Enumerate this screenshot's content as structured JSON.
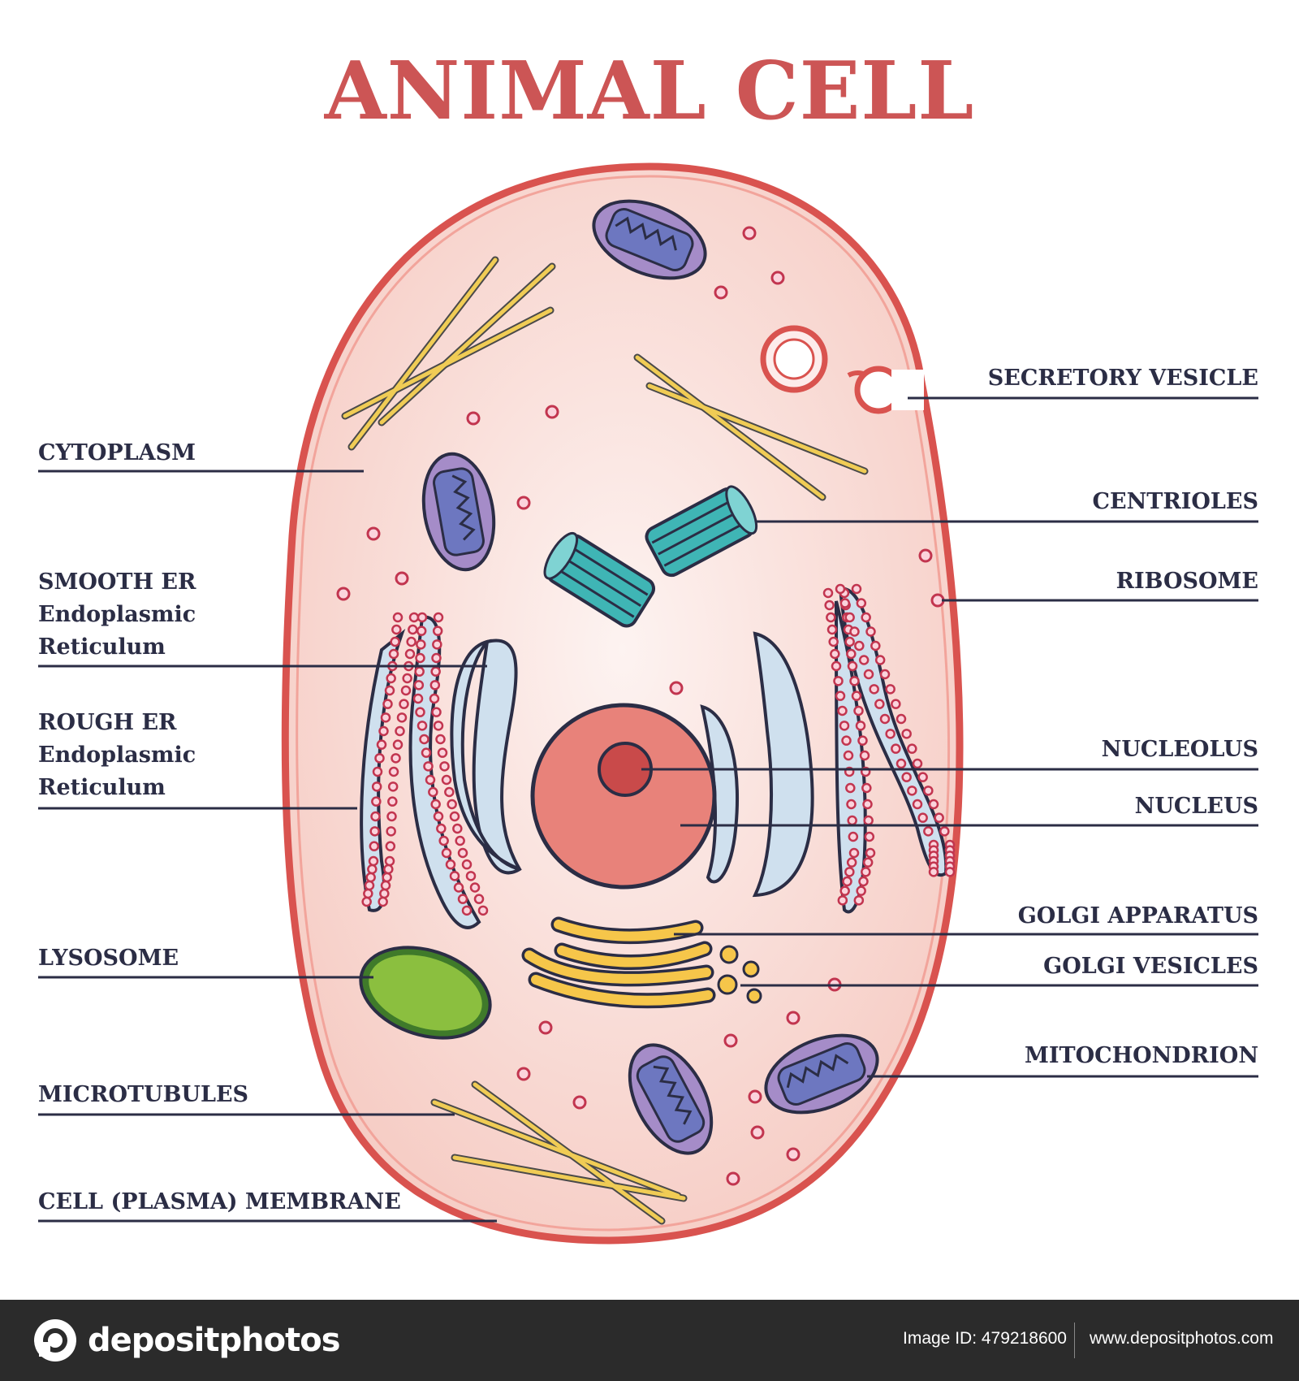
{
  "title": "ANIMAL CELL",
  "labels": {
    "left": {
      "cytoplasm": "CYTOPLASM",
      "smooth_er": [
        "SMOOTH ER",
        "Endoplasmic",
        "Reticulum"
      ],
      "rough_er": [
        "ROUGH ER",
        "Endoplasmic",
        "Reticulum"
      ],
      "lysosome": "LYSOSOME",
      "microtubules": "MICROTUBULES",
      "cell_membrane": "CELL (PLASMA) MEMBRANE"
    },
    "right": {
      "secretory_vesicle": "SECRETORY VESICLE",
      "centrioles": "CENTRIOLES",
      "ribosome": "RIBOSOME",
      "nucleolus": "NUCLEOLUS",
      "nucleus": "NUCLEUS",
      "golgi_apparatus": "GOLGI APPARATUS",
      "golgi_vesicles": "GOLGI VESICLES",
      "mitochondrion": "MITOCHONDRION"
    }
  },
  "footer": {
    "brand": "depositphotos",
    "image_id": "Image ID: 479218600",
    "site": "www.depositphotos.com"
  },
  "colors": {
    "title": "#cc5555",
    "membrane": "#d9534f",
    "cytoplasm": "#f8d3cc",
    "nucleus": "#e8827a",
    "nucleolus": "#c94a4a",
    "mitochondrion": "#a58cc8",
    "mitochondrion_inner": "#6d77c0",
    "centriole": "#3fb5b5",
    "er": "#cfe0ee",
    "ribosome": "#e8587a",
    "golgi": "#f6c64a",
    "lysosome": "#8bbf3f",
    "microtubule": "#e8c24a",
    "label_text": "#2b2d45",
    "footer_bg": "#2b2b2b"
  }
}
